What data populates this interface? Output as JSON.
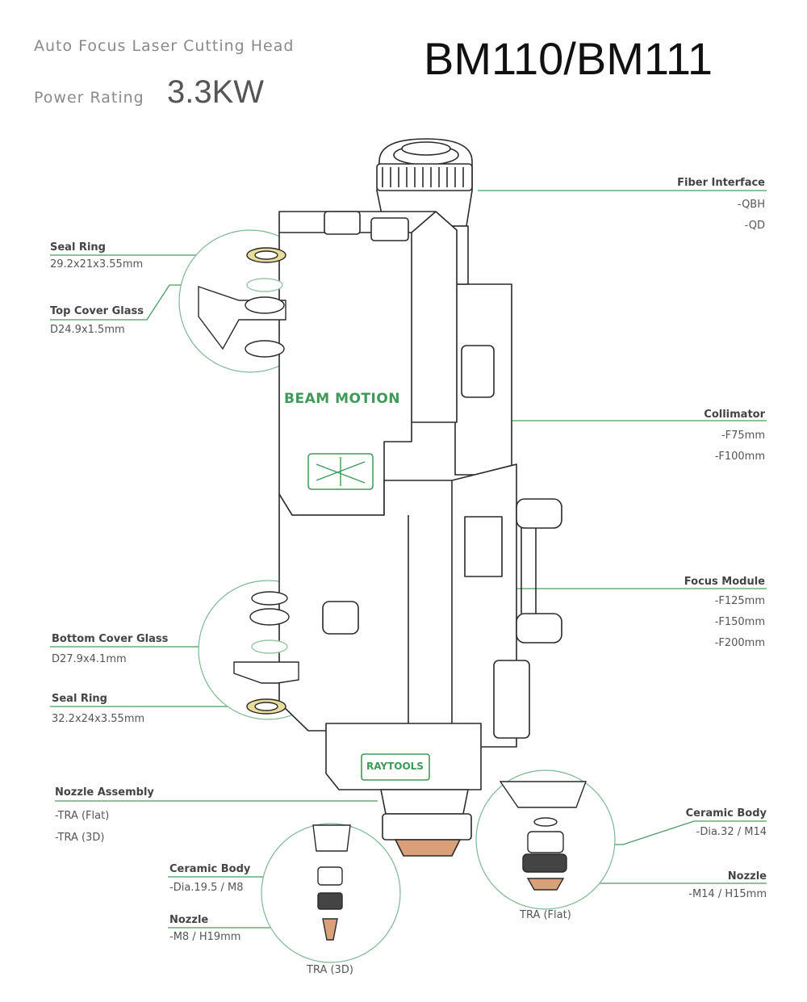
{
  "header": {
    "subtitle": "Auto Focus Laser Cutting Head",
    "power_label": "Power Rating",
    "power_value": "3.3KW",
    "model": "BM110/BM111"
  },
  "brand": {
    "main_logo": "BEAM MOTION",
    "nozzle_logo": "RAYTOOLS"
  },
  "colors": {
    "accent_green": "#3f9a5a",
    "leader_line": "#4a9a62",
    "outline": "#2a2a2a",
    "seal_ring": "#e8dc9a",
    "nozzle_copper": "#d9a07a"
  },
  "callouts": {
    "fiber_interface": {
      "label": "Fiber Interface",
      "values": [
        "-QBH",
        "-QD"
      ]
    },
    "collimator": {
      "label": "Collimator",
      "values": [
        "-F75mm",
        "-F100mm"
      ]
    },
    "focus_module": {
      "label": "Focus Module",
      "values": [
        "-F125mm",
        "-F150mm",
        "-F200mm"
      ]
    },
    "seal_ring_top": {
      "label": "Seal Ring",
      "value": "29.2x21x3.55mm"
    },
    "top_cover_glass": {
      "label": "Top Cover Glass",
      "value": "D24.9x1.5mm"
    },
    "bottom_cover_glass": {
      "label": "Bottom Cover Glass",
      "value": "D27.9x4.1mm"
    },
    "seal_ring_bottom": {
      "label": "Seal Ring",
      "value": "32.2x24x3.55mm"
    },
    "nozzle_assembly": {
      "label": "Nozzle Assembly",
      "values": [
        "-TRA (Flat)",
        "-TRA (3D)"
      ]
    },
    "ceramic_body_3d": {
      "label": "Ceramic Body",
      "value": "-Dia.19.5 / M8"
    },
    "nozzle_3d": {
      "label": "Nozzle",
      "value": "-M8 / H19mm"
    },
    "ceramic_body_flat": {
      "label": "Ceramic Body",
      "value": "-Dia.32 / M14"
    },
    "nozzle_flat": {
      "label": "Nozzle",
      "value": "-M14 / H15mm"
    }
  },
  "captions": {
    "tra_flat": "TRA (Flat)",
    "tra_3d": "TRA (3D)"
  }
}
